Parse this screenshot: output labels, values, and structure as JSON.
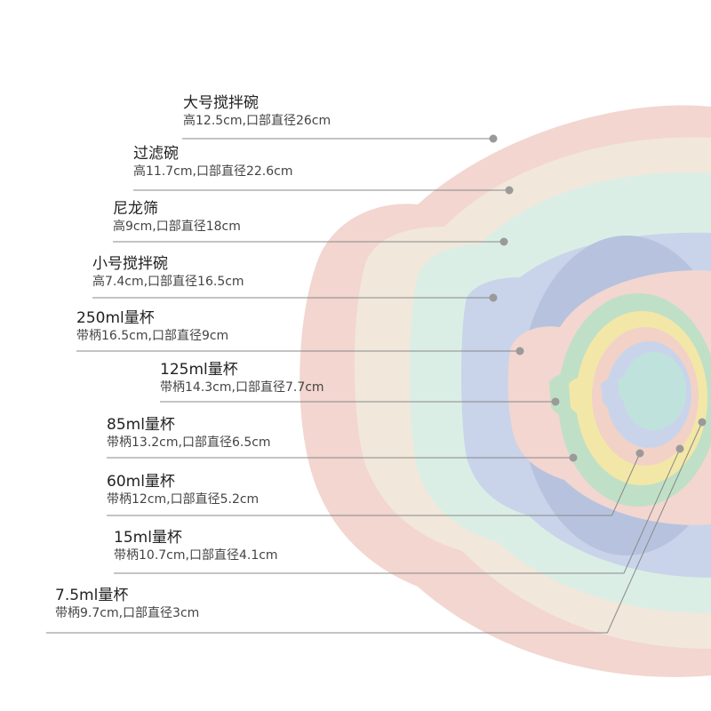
{
  "items": [
    {
      "title": "大号搅拌碗",
      "spec": "高12.5cm,口部直径26cm"
    },
    {
      "title": "过滤碗",
      "spec": "高11.7cm,口部直径22.6cm"
    },
    {
      "title": "尼龙筛",
      "spec": "高9cm,口部直径18cm"
    },
    {
      "title": "小号搅拌碗",
      "spec": "高7.4cm,口部直径16.5cm"
    },
    {
      "title": "250ml量杯",
      "spec": "带柄16.5cm,口部直径9cm"
    },
    {
      "title": "125ml量杯",
      "spec": "带柄14.3cm,口部直径7.7cm"
    },
    {
      "title": "85ml量杯",
      "spec": "带柄13.2cm,口部直径6.5cm"
    },
    {
      "title": "60ml量杯",
      "spec": "带柄12cm,口部直径5.2cm"
    },
    {
      "title": "15ml量杯",
      "spec": "带柄10.7cm,口部直径4.1cm"
    },
    {
      "title": "7.5ml量杯",
      "spec": "带柄9.7cm,口部直径3cm"
    }
  ],
  "colors": {
    "pink": "#f2d6cf",
    "beige": "#f1e7da",
    "mint": "#dbeee6",
    "blue": "#c9d4ea",
    "green": "#bfe0c6",
    "yellow": "#f3e7a7",
    "teal": "#bfe3dc",
    "leader": "#888888",
    "dot": "#9a9a9a"
  }
}
